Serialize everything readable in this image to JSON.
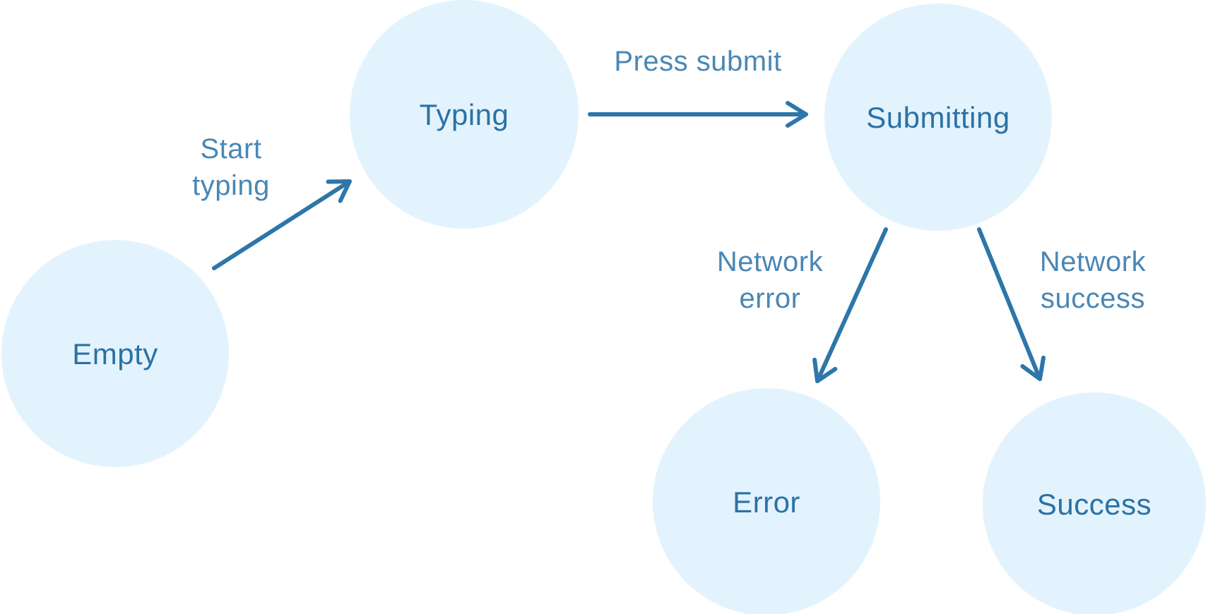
{
  "diagram": {
    "type": "state-machine",
    "background_color": "#ffffff",
    "colors": {
      "node_fill": "#E3F3FD",
      "node_text": "#2B72A4",
      "arrow": "#2E76A9",
      "transition_label": "#4987B5"
    },
    "states": [
      {
        "id": "empty",
        "label": "Empty"
      },
      {
        "id": "typing",
        "label": "Typing"
      },
      {
        "id": "submitting",
        "label": "Submitting"
      },
      {
        "id": "error",
        "label": "Error"
      },
      {
        "id": "success",
        "label": "Success"
      }
    ],
    "transitions": [
      {
        "from": "empty",
        "to": "typing",
        "label_lines": [
          "Start",
          "typing"
        ]
      },
      {
        "from": "typing",
        "to": "submitting",
        "label_lines": [
          "Press submit"
        ]
      },
      {
        "from": "submitting",
        "to": "error",
        "label_lines": [
          "Network",
          "error"
        ]
      },
      {
        "from": "submitting",
        "to": "success",
        "label_lines": [
          "Network",
          "success"
        ]
      }
    ]
  }
}
